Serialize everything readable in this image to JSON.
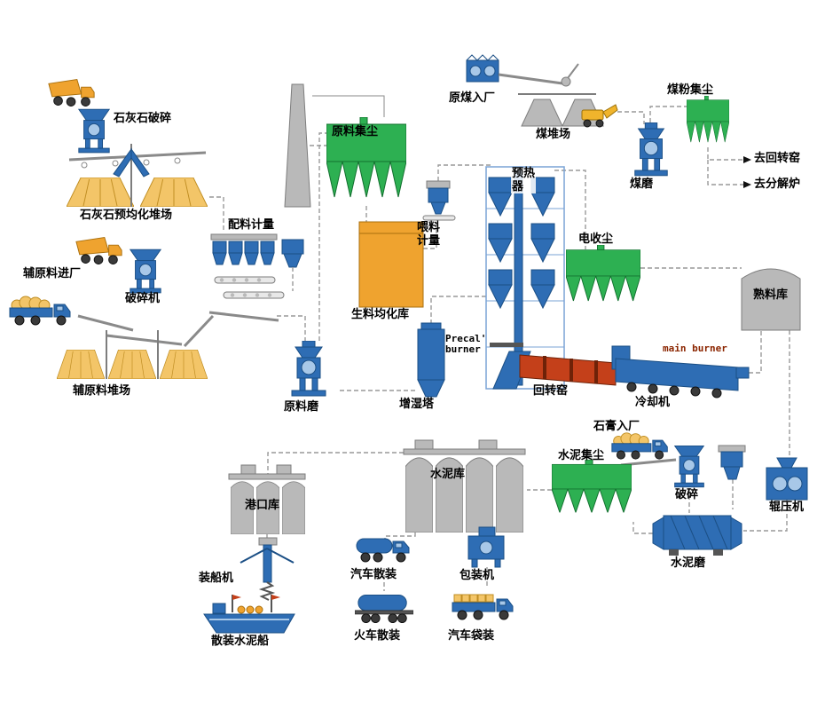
{
  "labels": {
    "limestone_crushing": "石灰石破碎",
    "limestone_preblending": "石灰石预均化堆场",
    "batching": "配料计量",
    "aux_entry": "辅原料进厂",
    "crusher_machine": "破碎机",
    "aux_yard": "辅原料堆场",
    "raw_dust": "原料集尘",
    "raw_silo": "生料均化库",
    "feeding": "喂料\n计量",
    "raw_mill": "原料磨",
    "humidifier": "增湿塔",
    "preheater": "预热\n器",
    "coal_entry": "原煤入厂",
    "coal_yard": "煤堆场",
    "coal_dust": "煤粉集尘",
    "coal_mill": "煤磨",
    "to_kiln": "去回转窑",
    "to_calciner": "去分解炉",
    "esp": "电收尘",
    "precal_burner": "Precal'\nburner",
    "main_burner": "main burner",
    "rotary_kiln": "回转窑",
    "cooler": "冷却机",
    "clinker_silo": "熟料库",
    "gypsum_entry": "石膏入厂",
    "cement_dust": "水泥集尘",
    "crushing": "破碎",
    "roller_press": "辊压机",
    "cement_mill": "水泥磨",
    "cement_silo": "水泥库",
    "port_silo": "港口库",
    "ship_loader": "装船机",
    "bulk_ship": "散装水泥船",
    "truck_bulk": "汽车散装",
    "train_bulk": "火车散装",
    "packer": "包装机",
    "truck_bag": "汽车袋装"
  },
  "colors": {
    "equipment_blue": "#2e6db4",
    "equipment_blue_light": "#a8c8e8",
    "dust_green": "#2db052",
    "material_orange": "#efa32f",
    "pile_tan": "#f3c568",
    "metal_gray": "#b9b9b9",
    "kiln_red": "#c4401a",
    "loader_yellow": "#f0b42c",
    "burner_red": "#8b2500",
    "line_gray": "#999999"
  }
}
